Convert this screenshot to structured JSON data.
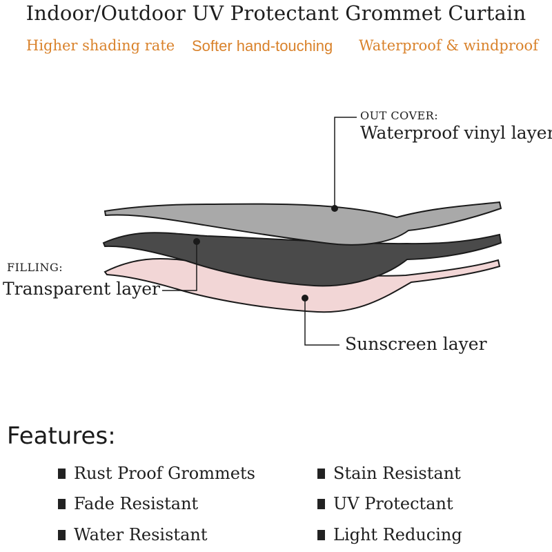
{
  "header": {
    "title": "Indoor/Outdoor UV Protectant Grommet Curtain",
    "taglines": [
      "Higher shading rate",
      "Softer hand-touching",
      "Waterproof & windproof"
    ]
  },
  "diagram": {
    "out_cover": {
      "label": "OUT COVER:",
      "desc": "Waterproof vinyl layer"
    },
    "filling": {
      "label": "FILLING:",
      "desc": "Transparent layer"
    },
    "sunscreen": {
      "desc": "Sunscreen layer"
    },
    "colors": {
      "top_layer": "#a9a9a9",
      "middle_layer": "#4a4a4a",
      "bottom_layer": "#f2d6d6",
      "accent": "#d9822b"
    }
  },
  "features": {
    "title": "Features:",
    "items": [
      "Rust Proof Grommets",
      "Fade Resistant",
      "Water Resistant",
      "Stain Resistant",
      "UV Protectant",
      "Light Reducing"
    ]
  }
}
